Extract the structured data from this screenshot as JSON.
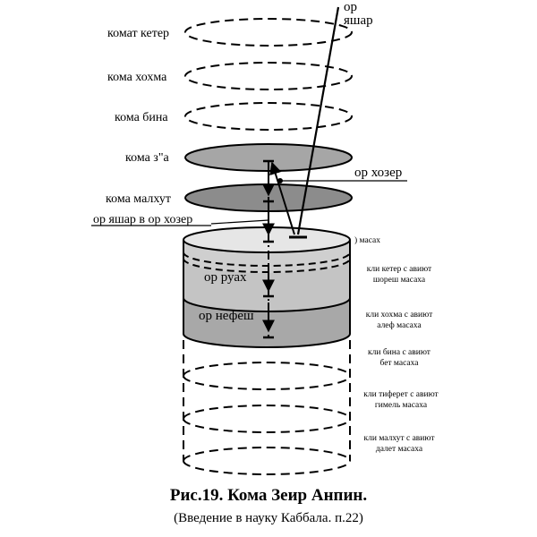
{
  "labels": {
    "or_yashar_top_1": "ор",
    "or_yashar_top_2": "яшар",
    "komat_keter": "комат кетер",
    "koma_hohma": "кома хохма",
    "koma_bina": "кома бина",
    "koma_za": "кома з\"а",
    "koma_malhut": "кома малхут",
    "or_hozer": "ор хозер",
    "or_yashar_v_or_hozer": "ор яшар в ор хозер",
    "masah": "масах",
    "or_ruah": "ор руах",
    "or_nefesh": "ор нефеш"
  },
  "kli": [
    {
      "line1": "кли кетер с авиют",
      "line2": "шореш масаха"
    },
    {
      "line1": "кли хохма с авиют",
      "line2": "алеф масаха"
    },
    {
      "line1": "кли бина с авиют",
      "line2": "бет масаха"
    },
    {
      "line1": "кли тиферет с авиют",
      "line2": "гимель масаха"
    },
    {
      "line1": "кли малхут с авиют",
      "line2": "далет масаха"
    }
  ],
  "caption": {
    "title": "Рис.19. Кома Зеир Анпин.",
    "source": "(Введение в науку Каббала. п.22)"
  },
  "colors": {
    "ellipse_dark": "#8c8c8c",
    "ellipse_medium": "#a6a6a6",
    "masah_top": "#e6e6e6",
    "cylinder_body": "#cfcfcf",
    "ruah_band": "#c4c4c4",
    "nefesh_band": "#a8a8a8",
    "line": "#000000"
  }
}
